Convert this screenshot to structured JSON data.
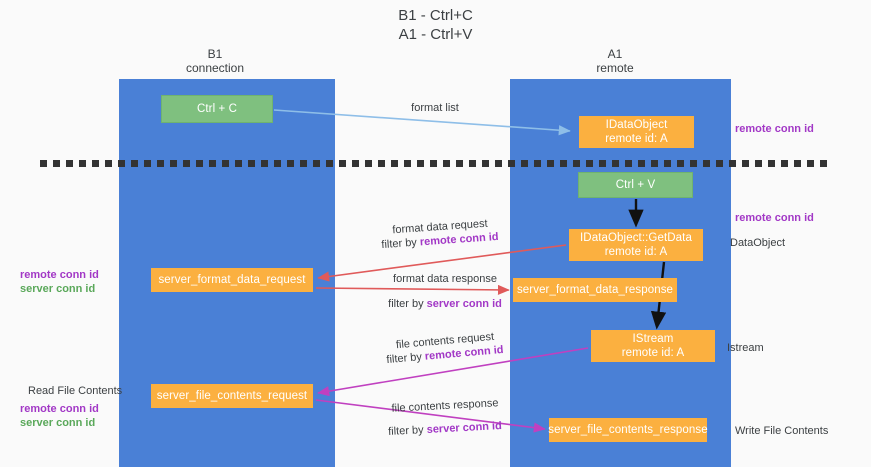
{
  "title": "B1 - Ctrl+C\nA1 - Ctrl+V",
  "columns": {
    "left": {
      "name": "B1",
      "role": "connection"
    },
    "right": {
      "name": "A1",
      "role": "remote"
    }
  },
  "boxes": {
    "ctrl_c": "Ctrl + C",
    "idataobject": "IDataObject\nremote id: A",
    "ctrl_v": "Ctrl + V",
    "idataobject_getdata": "IDataObject::GetData\nremote id: A",
    "server_format_data_request": "server_format_data_request",
    "server_format_data_response": "server_format_data_response",
    "istream": "IStream\nremote id: A",
    "server_file_contents_request": "server_file_contents_request",
    "server_file_contents_response": "server_file_contents_response"
  },
  "annotations": {
    "remote_conn_id_top": "remote conn id",
    "remote_conn_id_mid": "remote conn id",
    "data_object": "DataObject",
    "istream": "Istream",
    "write_file_contents": "Write File Contents",
    "read_file_contents": "Read File Contents",
    "left_remote_conn_id": "remote conn id",
    "left_server_conn_id": "server conn id",
    "left2_remote_conn_id": "remote conn id",
    "left2_server_conn_id": "server conn id"
  },
  "edges": {
    "format_list": "format list",
    "format_data_request": "format data request",
    "format_data_request_filter_prefix": "filter by ",
    "format_data_request_filter_value": "remote conn id",
    "format_data_response": "format data response",
    "format_data_response_filter_prefix": "filter by ",
    "format_data_response_filter_value": "server conn id",
    "file_contents_request": "file contents request",
    "file_contents_request_filter_prefix": "filter by ",
    "file_contents_request_filter_value": "remote conn id",
    "file_contents_response": "file contents response",
    "file_contents_response_filter_prefix": "filter by ",
    "file_contents_response_filter_value": "server conn id"
  },
  "colors": {
    "lane": "#4a80d6",
    "box_orange": "#fbb040",
    "box_green": "#7fc07f",
    "accent_purple": "#a238c6",
    "accent_green": "#5aa85a",
    "arrow_light_blue": "#8ebee8",
    "arrow_red": "#e05a5a",
    "arrow_magenta": "#c040c0",
    "arrow_black": "#111111",
    "background": "#fafafa"
  }
}
